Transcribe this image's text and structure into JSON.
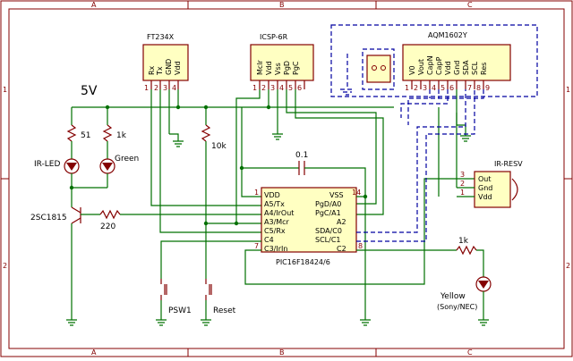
{
  "sheet": {
    "col_letters": [
      "A",
      "B",
      "C"
    ],
    "row_numbers": [
      "1",
      "2"
    ]
  },
  "power": {
    "label": "5V"
  },
  "ft234x": {
    "title": "FT234X",
    "pins": [
      "Rx",
      "Tx",
      "GND",
      "Vdd"
    ],
    "pin_numbers": [
      "1",
      "2",
      "3",
      "4"
    ]
  },
  "icsp": {
    "title": "ICSP-6R",
    "pins": [
      "Mclr",
      "Vdd",
      "Vss",
      "PgD",
      "PgC"
    ],
    "pin_numbers": [
      "1",
      "2",
      "3",
      "4",
      "5",
      "6"
    ]
  },
  "lcd": {
    "title": "AQM1602Y",
    "pins": [
      "V0",
      "Vout",
      "CapN",
      "CapP",
      "Vdd",
      "Gnd",
      "SDA",
      "SCL",
      "Res"
    ],
    "pin_numbers": [
      "1",
      "2",
      "3",
      "4",
      "5",
      "6",
      "7",
      "8",
      "9"
    ]
  },
  "mcu": {
    "name": "PIC16F18424/6",
    "left_pins": [
      "VDD",
      "A5/Tx",
      "A4/IrOut",
      "A3/Mcr",
      "C5/Rx",
      "C4",
      "C3/IrIn"
    ],
    "right_pins": [
      "VSS",
      "PgD/A0",
      "PgC/A1",
      "A2",
      "SDA/C0",
      "SCL/C1",
      "C2"
    ],
    "pin_numbers": [
      "1",
      "14",
      "7",
      "8"
    ]
  },
  "components": {
    "r51": "51",
    "r1k_a": "1k",
    "r10k": "10k",
    "r220": "220",
    "r1k_b": "1k",
    "cap": "0.1",
    "led_ir": "IR-LED",
    "led_green": "Green",
    "transistor": "2SC1815",
    "sw1": "PSW1",
    "sw2": "Reset",
    "led_yellow": "Yellow",
    "led_yellow_note": "(Sony/NEC)"
  },
  "ir_receiver": {
    "title": "IR-RESV",
    "pins": [
      "Out",
      "Gnd",
      "Vdd"
    ],
    "pin_numbers": [
      "3",
      "2",
      "1"
    ]
  }
}
